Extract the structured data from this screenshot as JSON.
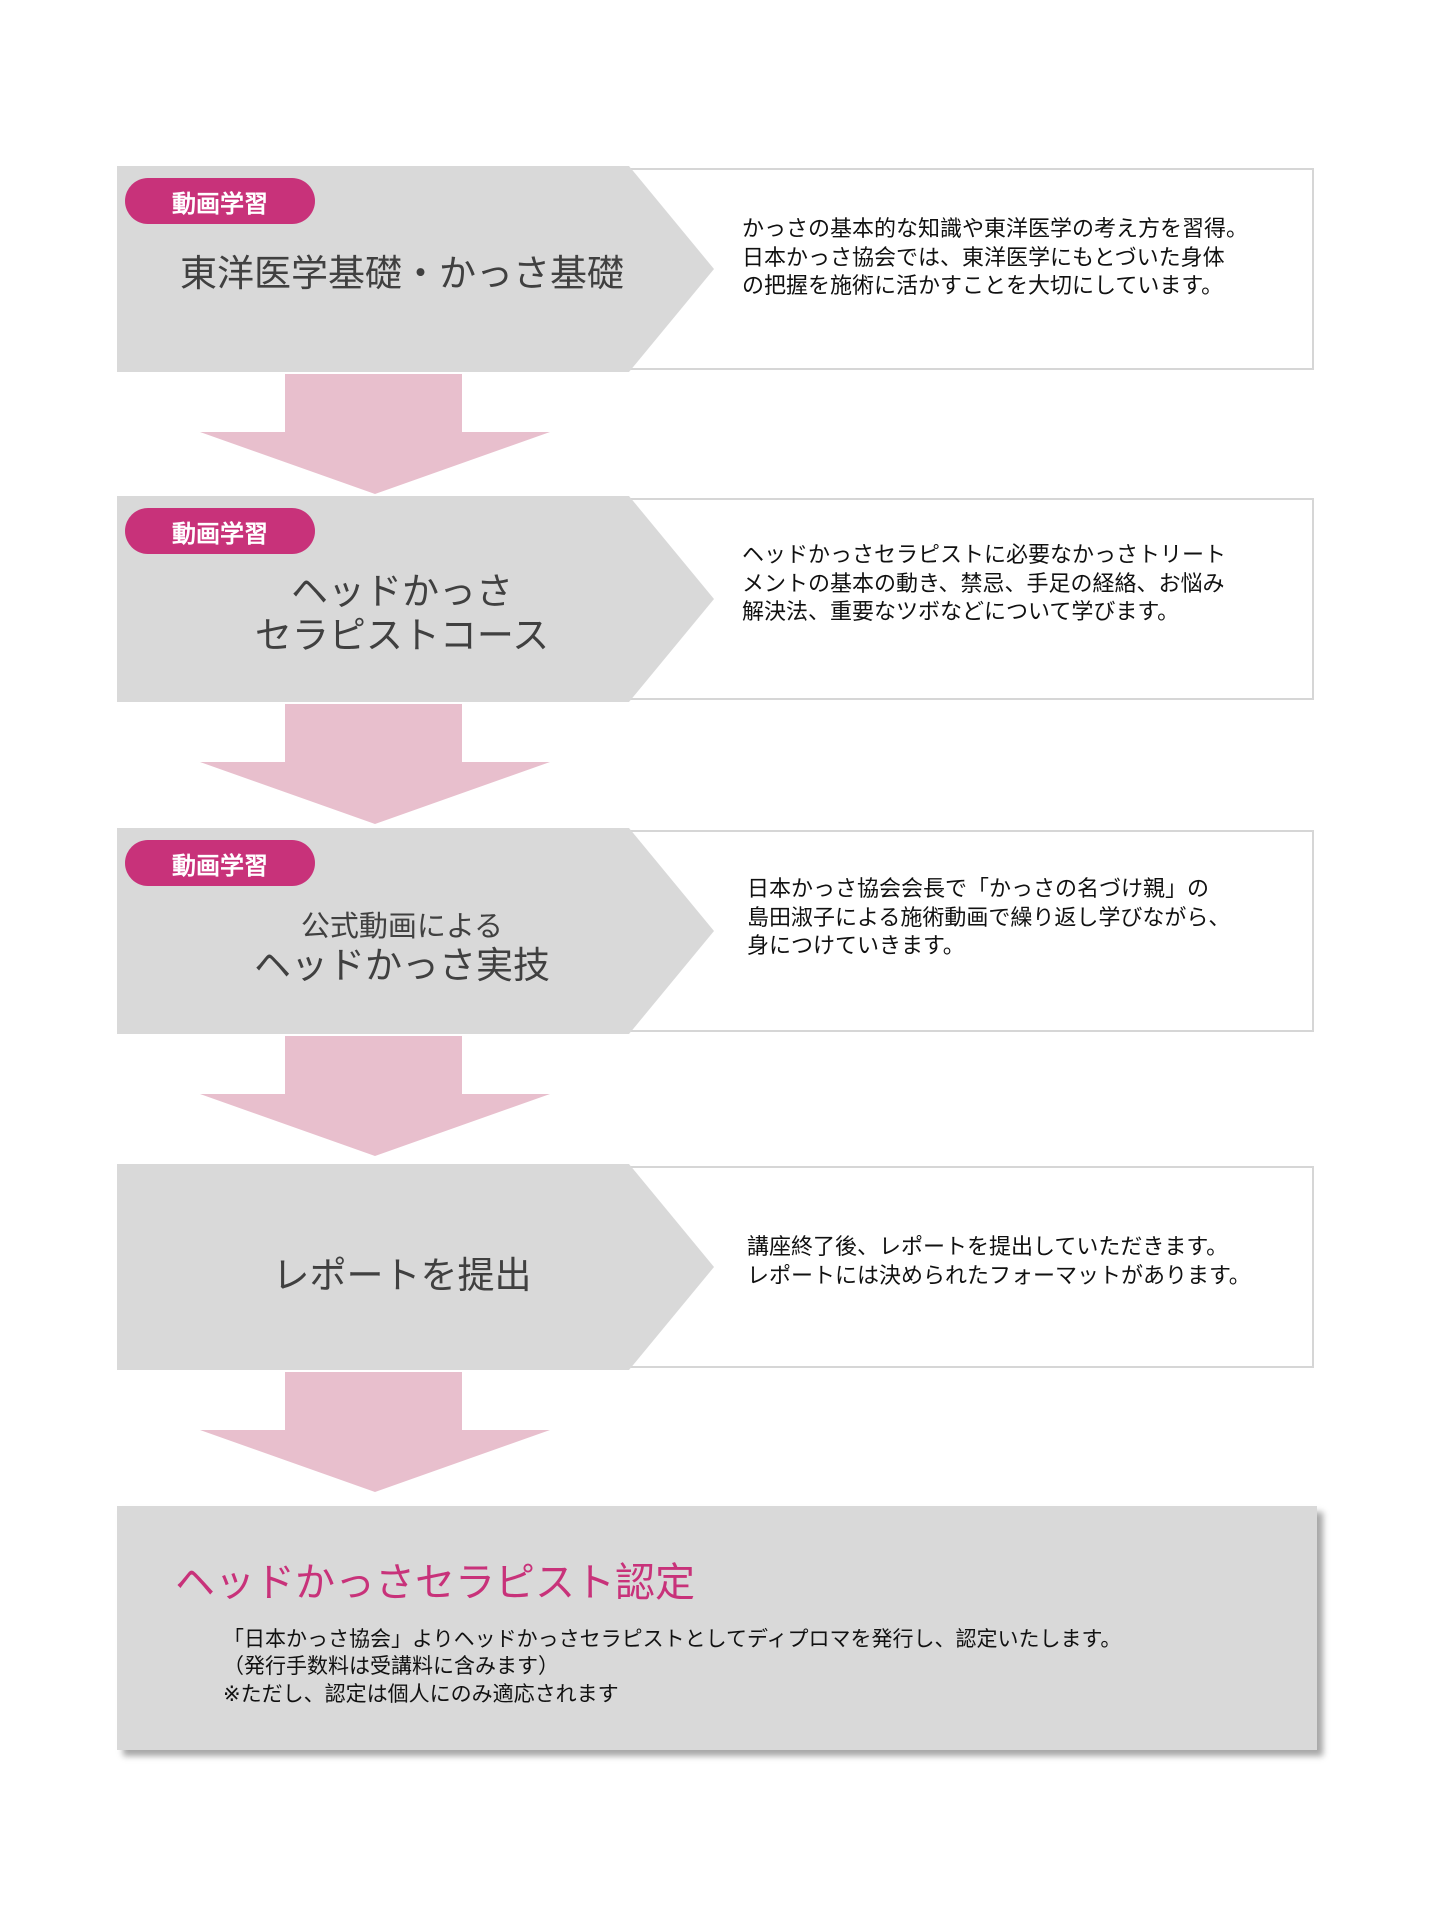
{
  "colors": {
    "badge": "#c8327a",
    "panel_gray": "#d9d9d9",
    "arrow_pink": "#e8bfcd",
    "final_title": "#c8327a"
  },
  "steps": [
    {
      "badge": "動画学習",
      "title_lines": [
        "東洋医学基礎・かっさ基礎"
      ],
      "desc_lines": [
        "かっさの基本的な知識や東洋医学の考え方を習得。",
        "日本かっさ協会では、東洋医学にもとづいた身体",
        "の把握を施術に活かすことを大切にしています。"
      ]
    },
    {
      "badge": "動画学習",
      "title_lines": [
        "ヘッドかっさ",
        "セラピストコース"
      ],
      "desc_lines": [
        "ヘッドかっさセラピストに必要なかっさトリート",
        "メントの基本の動き、禁忌、手足の経絡、お悩み",
        "解決法、重要なツボなどについて学びます。"
      ]
    },
    {
      "badge": "動画学習",
      "title_small": "公式動画による",
      "title_lines": [
        "ヘッドかっさ実技"
      ],
      "desc_lines": [
        "日本かっさ協会会長で「かっさの名づけ親」の",
        "島田淑子による施術動画で繰り返し学びながら、",
        "身につけていきます。"
      ]
    },
    {
      "title_lines": [
        "レポートを提出"
      ],
      "desc_lines": [
        "講座終了後、レポートを提出していただきます。",
        "レポートには決められたフォーマットがあります。"
      ]
    }
  ],
  "final": {
    "title": "ヘッドかっさセラピスト認定",
    "lines": [
      "「日本かっさ協会」よりヘッドかっさセラピストとしてディプロマを発行し、認定いたします。",
      "（発行手数料は受講料に含みます）",
      "※ただし、認定は個人にのみ適応されます"
    ]
  }
}
